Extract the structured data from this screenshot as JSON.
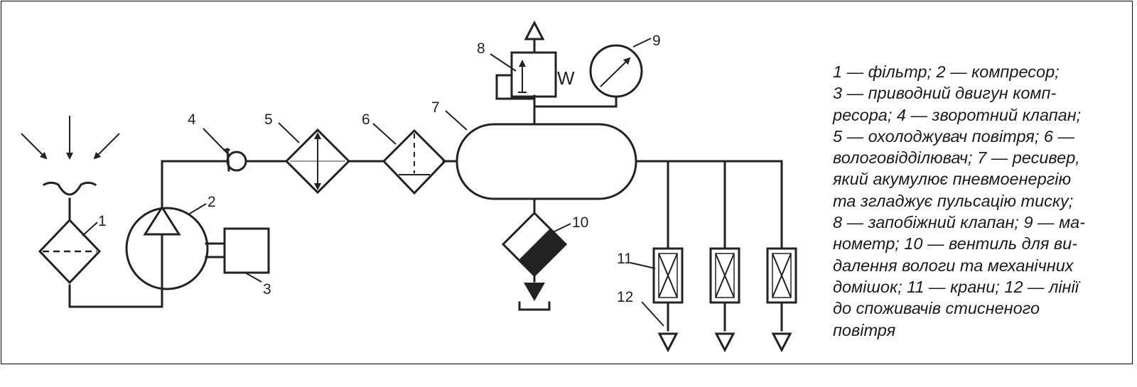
{
  "labels": {
    "n1": "1",
    "n2": "2",
    "n3": "3",
    "n4": "4",
    "n5": "5",
    "n6": "6",
    "n7": "7",
    "n8": "8",
    "n9": "9",
    "n10": "10",
    "n11": "11",
    "n12": "12",
    "valve_w": "W"
  },
  "legend_lines": [
    "1 — фільтр; 2 — компресор;",
    "3 — приводний двигун комп-",
    "ресора; 4 — зворотний клапан;",
    "5 — охолоджувач повітря; 6 —",
    "вологовідділювач; 7 — ресивер,",
    "який акумулює пневмоенергію",
    "та згладжує пульсацію тиску;",
    "8 — запобіжний клапан; 9 — ма-",
    "нометр; 10 — вентиль для ви-",
    "далення вологи та механічних",
    "домішок; 11 — крани; 12 — лінії",
    "до споживачів стисненого",
    "повітря"
  ]
}
